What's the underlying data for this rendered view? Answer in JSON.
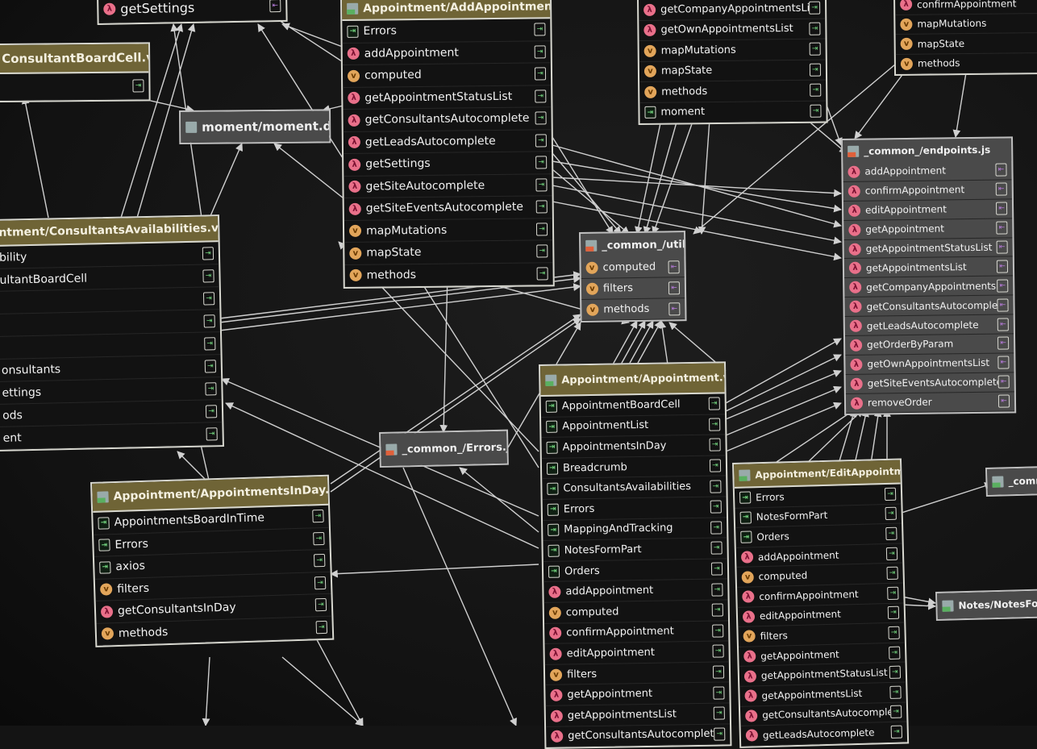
{
  "nodes": [
    {
      "id": "settings-partial",
      "title": "",
      "kind": "file",
      "items": [
        {
          "label": "getSettings",
          "icon": "lambda",
          "port": "out"
        }
      ]
    },
    {
      "id": "consultant-board-cell",
      "title": "ConsultantBoardCell.vue",
      "kind": "file",
      "items": [
        {
          "label": "",
          "icon": "",
          "port": "in"
        }
      ]
    },
    {
      "id": "moment",
      "title": "moment/moment.d.ts",
      "kind": "grey",
      "file": "ts",
      "items": []
    },
    {
      "id": "add-appointment",
      "title": "Appointment/AddAppointment.vue",
      "kind": "file",
      "file": "vue",
      "items": [
        {
          "label": "Errors",
          "icon": "import",
          "port": "in"
        },
        {
          "label": "addAppointment",
          "icon": "lambda",
          "port": "in"
        },
        {
          "label": "computed",
          "icon": "v",
          "port": "in"
        },
        {
          "label": "getAppointmentStatusList",
          "icon": "lambda",
          "port": "in"
        },
        {
          "label": "getConsultantsAutocomplete",
          "icon": "lambda",
          "port": "in"
        },
        {
          "label": "getLeadsAutocomplete",
          "icon": "lambda",
          "port": "in"
        },
        {
          "label": "getSettings",
          "icon": "lambda",
          "port": "in"
        },
        {
          "label": "getSiteAutocomplete",
          "icon": "lambda",
          "port": "in"
        },
        {
          "label": "getSiteEventsAutocomplete",
          "icon": "lambda",
          "port": "in"
        },
        {
          "label": "mapMutations",
          "icon": "v",
          "port": "in"
        },
        {
          "label": "mapState",
          "icon": "v",
          "port": "in"
        },
        {
          "label": "methods",
          "icon": "v",
          "port": "in"
        }
      ]
    },
    {
      "id": "top-middle",
      "title": "",
      "kind": "file",
      "items": [
        {
          "label": "getCompanyAppointmentsList",
          "icon": "lambda",
          "port": "in"
        },
        {
          "label": "getOwnAppointmentsList",
          "icon": "lambda",
          "port": "in"
        },
        {
          "label": "mapMutations",
          "icon": "v",
          "port": "in"
        },
        {
          "label": "mapState",
          "icon": "v",
          "port": "in"
        },
        {
          "label": "methods",
          "icon": "v",
          "port": "in"
        },
        {
          "label": "moment",
          "icon": "import",
          "port": "in"
        }
      ]
    },
    {
      "id": "top-right",
      "title": "",
      "kind": "file",
      "items": [
        {
          "label": "confirmAppointment",
          "icon": "lambda",
          "port": ""
        },
        {
          "label": "mapMutations",
          "icon": "v",
          "port": ""
        },
        {
          "label": "mapState",
          "icon": "v",
          "port": ""
        },
        {
          "label": "methods",
          "icon": "v",
          "port": ""
        }
      ]
    },
    {
      "id": "endpoints",
      "title": "_common_/endpoints.js",
      "kind": "grey",
      "file": "js",
      "items": [
        {
          "label": "addAppointment",
          "icon": "lambda",
          "port": "out"
        },
        {
          "label": "confirmAppointment",
          "icon": "lambda",
          "port": "out"
        },
        {
          "label": "editAppointment",
          "icon": "lambda",
          "port": "out"
        },
        {
          "label": "getAppointment",
          "icon": "lambda",
          "port": "out"
        },
        {
          "label": "getAppointmentStatusList",
          "icon": "lambda",
          "port": "out"
        },
        {
          "label": "getAppointmentsList",
          "icon": "lambda",
          "port": "out"
        },
        {
          "label": "getCompanyAppointmentsList",
          "icon": "lambda",
          "port": "out"
        },
        {
          "label": "getConsultantsAutocomplete",
          "icon": "lambda",
          "port": "out"
        },
        {
          "label": "getLeadsAutocomplete",
          "icon": "lambda",
          "port": "out"
        },
        {
          "label": "getOrderByParam",
          "icon": "lambda",
          "port": "out"
        },
        {
          "label": "getOwnAppointmentsList",
          "icon": "lambda",
          "port": "out"
        },
        {
          "label": "getSiteEventsAutocomplete",
          "icon": "lambda",
          "port": "out"
        },
        {
          "label": "removeOrder",
          "icon": "lambda",
          "port": "out"
        }
      ]
    },
    {
      "id": "util",
      "title": "_common_/util.js",
      "kind": "grey",
      "file": "js",
      "items": [
        {
          "label": "computed",
          "icon": "v",
          "port": "out"
        },
        {
          "label": "filters",
          "icon": "v",
          "port": "out"
        },
        {
          "label": "methods",
          "icon": "v",
          "port": "out"
        }
      ]
    },
    {
      "id": "consultants-availabilities",
      "title": "ntment/ConsultantsAvailabilities.vue",
      "kind": "file",
      "items": [
        {
          "label": "bility",
          "icon": "",
          "port": "in"
        },
        {
          "label": "ultantBoardCell",
          "icon": "",
          "port": "in"
        },
        {
          "label": "",
          "icon": "",
          "port": "in"
        },
        {
          "label": "",
          "icon": "",
          "port": "in"
        },
        {
          "label": "",
          "icon": "",
          "port": "in"
        },
        {
          "label": "onsultants",
          "icon": "",
          "port": "in"
        },
        {
          "label": "ettings",
          "icon": "",
          "port": "in"
        },
        {
          "label": "ods",
          "icon": "",
          "port": "in"
        },
        {
          "label": "ent",
          "icon": "",
          "port": "in"
        }
      ]
    },
    {
      "id": "errors",
      "title": "_common_/Errors.js",
      "kind": "grey",
      "file": "js",
      "items": []
    },
    {
      "id": "appointment",
      "title": "Appointment/Appointment.vue",
      "kind": "file",
      "file": "vue",
      "items": [
        {
          "label": "AppointmentBoardCell",
          "icon": "import",
          "port": "in"
        },
        {
          "label": "AppointmentList",
          "icon": "import",
          "port": "in"
        },
        {
          "label": "AppointmentsInDay",
          "icon": "import",
          "port": "in"
        },
        {
          "label": "Breadcrumb",
          "icon": "import",
          "port": "in"
        },
        {
          "label": "ConsultantsAvailabilities",
          "icon": "import",
          "port": "in"
        },
        {
          "label": "Errors",
          "icon": "import",
          "port": "in"
        },
        {
          "label": "MappingAndTracking",
          "icon": "import",
          "port": "in"
        },
        {
          "label": "NotesFormPart",
          "icon": "import",
          "port": "in"
        },
        {
          "label": "Orders",
          "icon": "import",
          "port": "in"
        },
        {
          "label": "addAppointment",
          "icon": "lambda",
          "port": "in"
        },
        {
          "label": "computed",
          "icon": "v",
          "port": "in"
        },
        {
          "label": "confirmAppointment",
          "icon": "lambda",
          "port": "in"
        },
        {
          "label": "editAppointment",
          "icon": "lambda",
          "port": "in"
        },
        {
          "label": "filters",
          "icon": "v",
          "port": "in"
        },
        {
          "label": "getAppointment",
          "icon": "lambda",
          "port": "in"
        },
        {
          "label": "getAppointmentsList",
          "icon": "lambda",
          "port": "in"
        },
        {
          "label": "getConsultantsAutocomplete",
          "icon": "lambda",
          "port": "in"
        }
      ]
    },
    {
      "id": "appointments-in-day",
      "title": "Appointment/AppointmentsInDay.vue",
      "kind": "file",
      "file": "vue",
      "items": [
        {
          "label": "AppointmentsBoardInTime",
          "icon": "import",
          "port": "in"
        },
        {
          "label": "Errors",
          "icon": "import",
          "port": "in"
        },
        {
          "label": "axios",
          "icon": "import",
          "port": "in"
        },
        {
          "label": "filters",
          "icon": "v",
          "port": "in"
        },
        {
          "label": "getConsultantsInDay",
          "icon": "lambda",
          "port": "in"
        },
        {
          "label": "methods",
          "icon": "v",
          "port": "in"
        }
      ]
    },
    {
      "id": "edit-appointment",
      "title": "Appointment/EditAppointment.vue",
      "kind": "file",
      "file": "vue",
      "items": [
        {
          "label": "Errors",
          "icon": "import",
          "port": "in"
        },
        {
          "label": "NotesFormPart",
          "icon": "import",
          "port": "in"
        },
        {
          "label": "Orders",
          "icon": "import",
          "port": "in"
        },
        {
          "label": "addAppointment",
          "icon": "lambda",
          "port": "in"
        },
        {
          "label": "computed",
          "icon": "v",
          "port": "in"
        },
        {
          "label": "confirmAppointment",
          "icon": "lambda",
          "port": "in"
        },
        {
          "label": "editAppointment",
          "icon": "lambda",
          "port": "in"
        },
        {
          "label": "filters",
          "icon": "v",
          "port": "in"
        },
        {
          "label": "getAppointment",
          "icon": "lambda",
          "port": "in"
        },
        {
          "label": "getAppointmentStatusList",
          "icon": "lambda",
          "port": "in"
        },
        {
          "label": "getAppointmentsList",
          "icon": "lambda",
          "port": "in"
        },
        {
          "label": "getConsultantsAutocomplete",
          "icon": "lambda",
          "port": "in"
        },
        {
          "label": "getLeadsAutocomplete",
          "icon": "lambda",
          "port": "in"
        }
      ]
    },
    {
      "id": "common-partial",
      "title": "_common",
      "kind": "grey",
      "file": "vue",
      "items": []
    },
    {
      "id": "notes-form-part",
      "title": "Notes/NotesFormPart.v",
      "kind": "grey",
      "file": "vue",
      "items": []
    }
  ],
  "colors": {
    "background": "#141414",
    "file_header": "#6f6436",
    "module_box": "#4a4a4a",
    "edge": "#d0d0d0",
    "lambda_icon": "#e9708a",
    "v_icon": "#e2a55a",
    "import_icon": "#6fcf7a",
    "export_icon": "#b57ad8"
  }
}
